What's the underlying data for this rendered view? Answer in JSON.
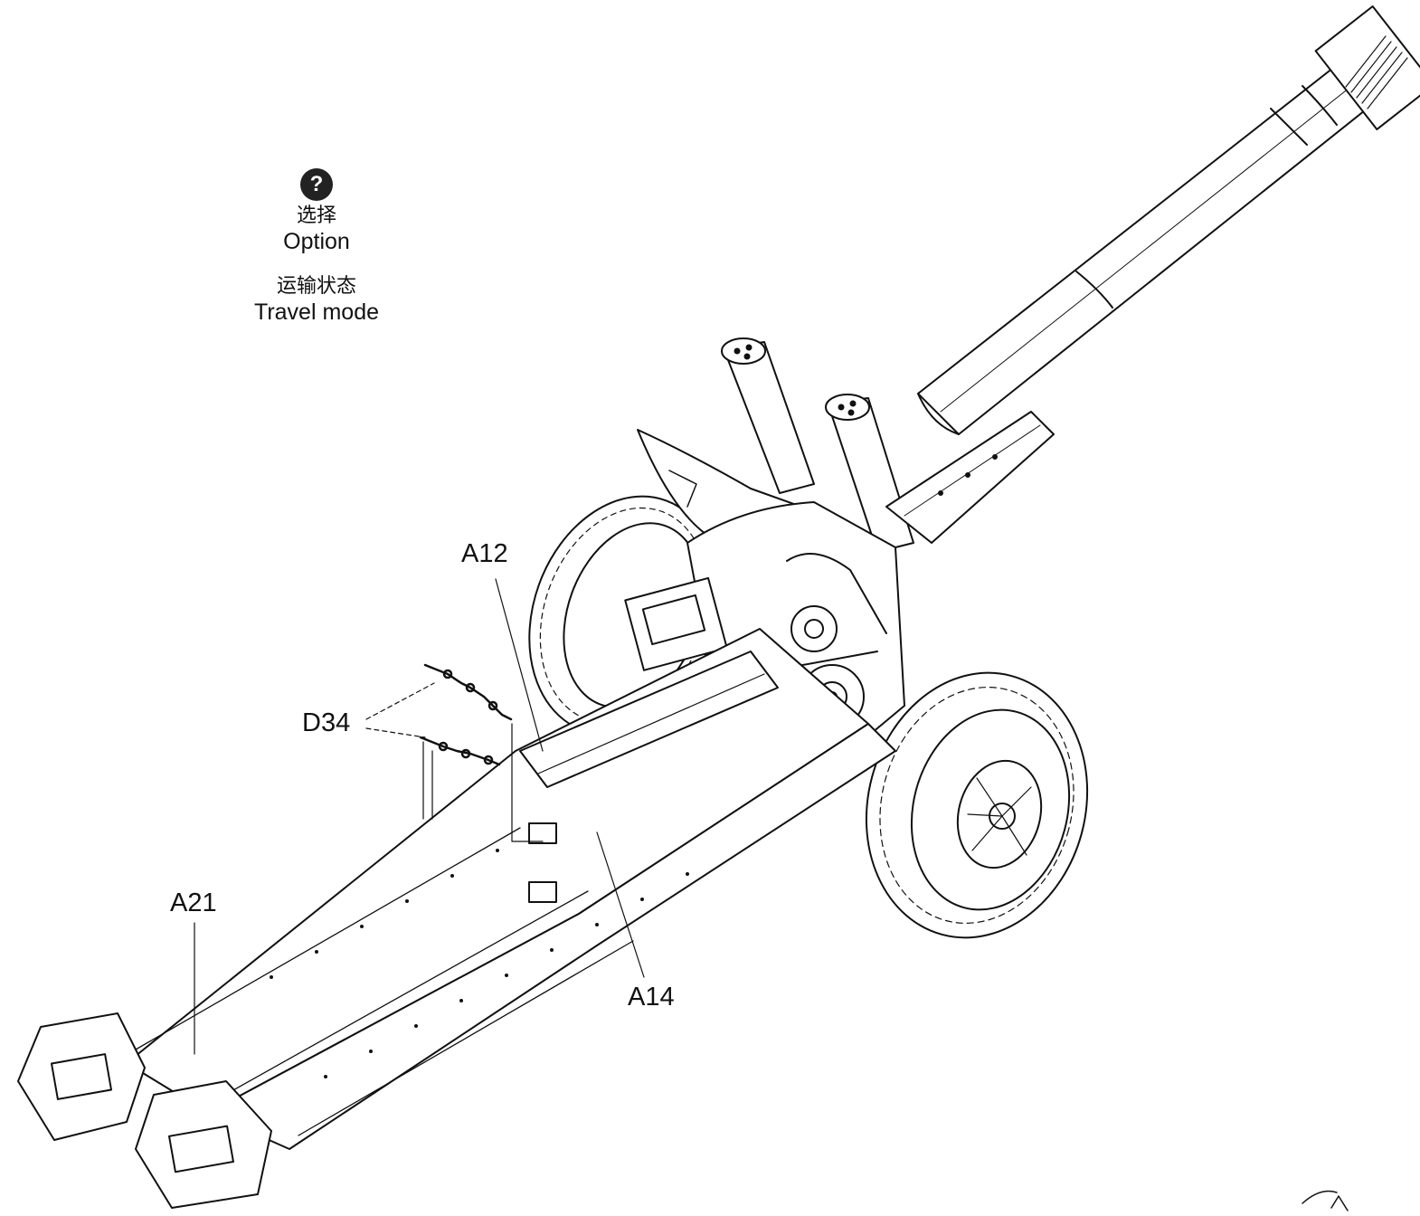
{
  "option_block": {
    "icon": "question-mark-icon",
    "icon_glyph": "?",
    "option_cn": "选择",
    "option_en": "Option",
    "mode_cn": "运输状态",
    "mode_en": "Travel mode"
  },
  "callouts": {
    "a12": "A12",
    "d34": "D34",
    "a21": "A21",
    "a14": "A14"
  },
  "colors": {
    "line": "#111111",
    "fill": "#ffffff"
  }
}
